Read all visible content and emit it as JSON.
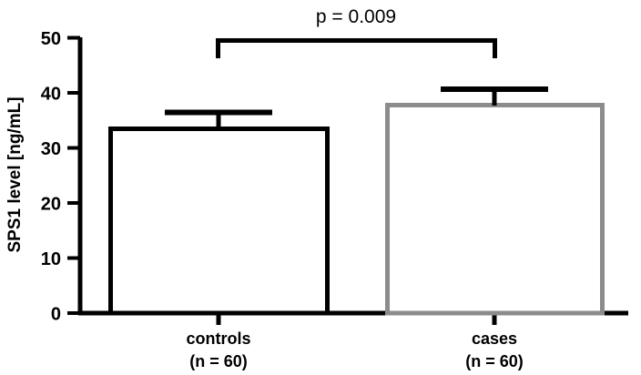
{
  "chart_data": {
    "type": "bar",
    "title": "",
    "subtitle": "",
    "xlabel": "",
    "ylabel": "SPS1 level [ng/mL]",
    "categories": [
      "controls",
      "cases"
    ],
    "category_sublabels": [
      "(n = 60)",
      "(n = 60)"
    ],
    "category_n": [
      60,
      60
    ],
    "values": [
      33.5,
      37.8
    ],
    "errors": [
      3.0,
      2.8
    ],
    "error_upper": [
      36.5,
      40.6
    ],
    "ylim": [
      0,
      50
    ],
    "yticks": [
      0,
      10,
      20,
      30,
      40,
      50
    ],
    "ytick_labels": [
      "0",
      "10",
      "20",
      "30",
      "40",
      "50"
    ],
    "grid": false,
    "legend": "none",
    "annotations": [
      {
        "name": "significance-bracket",
        "text": "p = 0.009",
        "from": "controls",
        "to": "cases",
        "p_value": 0.009
      }
    ],
    "series_styles": [
      {
        "name": "controls",
        "fill": "#ffffff",
        "edge": "#000000"
      },
      {
        "name": "cases",
        "fill": "#ffffff",
        "edge": "#8c8c8c"
      }
    ],
    "colors": {
      "axis": "#000000",
      "text": "#000000",
      "controls_edge": "#000000",
      "cases_edge": "#8c8c8c",
      "bar_fill": "#ffffff",
      "background": "#ffffff"
    }
  }
}
